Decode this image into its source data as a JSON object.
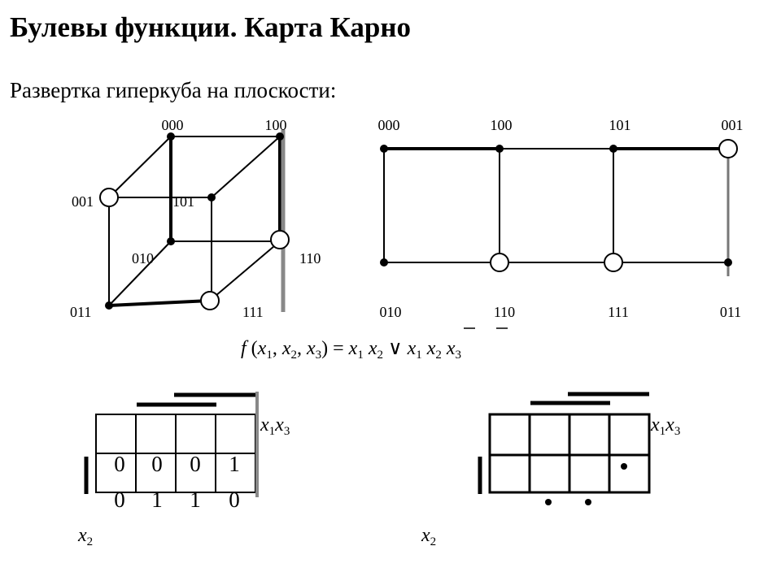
{
  "title": "Булевы функции. Карта Карно",
  "subtitle": "Развертка гиперкуба на плоскости:",
  "cube_labels": {
    "v000": "000",
    "v100": "100",
    "v001": "001",
    "v101": "101",
    "v010": "010",
    "v110": "110",
    "v011": "011",
    "v111": "111"
  },
  "unfolded_labels": {
    "top": [
      "000",
      "100",
      "101",
      "001"
    ],
    "bottom": [
      "010",
      "110",
      "111",
      "011"
    ]
  },
  "formula": {
    "f": "f",
    "open": " (",
    "x": "x",
    "s1": "1",
    "s2": "2",
    "s3": "3",
    "comma": ", ",
    "close_eq": ") = ",
    "or": " ∨ "
  },
  "karnaugh_left": {
    "row1": [
      "0",
      "0",
      "0",
      "1"
    ],
    "row2": [
      "0",
      "1",
      "1",
      "0"
    ],
    "var_top": {
      "a": "x",
      "a_sub": "1",
      "b": "x",
      "b_sub": "3"
    },
    "var_side": {
      "a": "x",
      "a_sub": "2"
    }
  },
  "karnaugh_right": {
    "var_top": {
      "a": "x",
      "a_sub": "1",
      "b": "x",
      "b_sub": "3"
    },
    "var_side": {
      "a": "x",
      "a_sub": "2"
    }
  }
}
